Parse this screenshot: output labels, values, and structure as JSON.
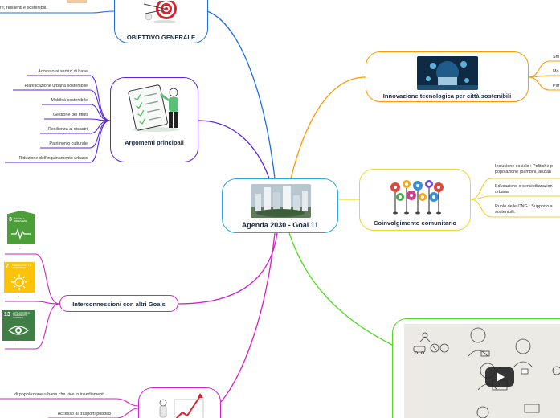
{
  "central": {
    "title": "Agenda 2030 - Goal 11"
  },
  "objective": {
    "title": "OBIETTIVO GENERALE",
    "fragment_text": "re, resilienti e sostenibili."
  },
  "topics": {
    "title": "Argomenti principali",
    "items": [
      "Accesso ai servizi di base",
      "Pianificazione urbana sostenibile",
      "Mobilità sostenibile",
      "Gestione dei rifiuti",
      "Resilienza ai disastri",
      "Patrimonio culturale",
      "Riduzione dell'inquinamento urbano"
    ]
  },
  "links_goals": {
    "title": "Interconnessioni con altri Goals",
    "cards": [
      {
        "num": "3",
        "text": "SALUTE E BENESSERE",
        "color": "#4c9f38",
        "caption": "."
      },
      {
        "num": "7",
        "text": "ENERGIA PULITA E ACCESSIBILE",
        "color": "#fcc30b",
        "caption": "."
      },
      {
        "num": "13",
        "text": "LOTTA CONTRO IL CAMBIAMENTO CLIMATICO",
        "color": "#3f7e44",
        "caption": "."
      }
    ]
  },
  "indicators": {
    "items": [
      "di popolazione urbana che vive in insediamenti",
      "Accesso ai trasporti pubblici."
    ]
  },
  "innovation": {
    "title": "Innovazione tecnologica per città sostenibili",
    "items": [
      "Sm",
      "Mo",
      "Par"
    ]
  },
  "community": {
    "title": "Coinvolgimento comunitario",
    "items": [
      "Inclusione sociale : Politiche p\npopolazione (bambini, anzian",
      "Educazione e sensibilizzazion\nurbana.",
      "Ruolo delle ONG : Supporto a\nsostenibili."
    ]
  },
  "colors": {
    "blue": "#1f6fe0",
    "orange": "#ff9900",
    "yellow": "#f2d22e",
    "green": "#4ddc1e",
    "magenta": "#d421c8",
    "purple": "#5a25e0",
    "central_border": "#2aa8d8"
  }
}
